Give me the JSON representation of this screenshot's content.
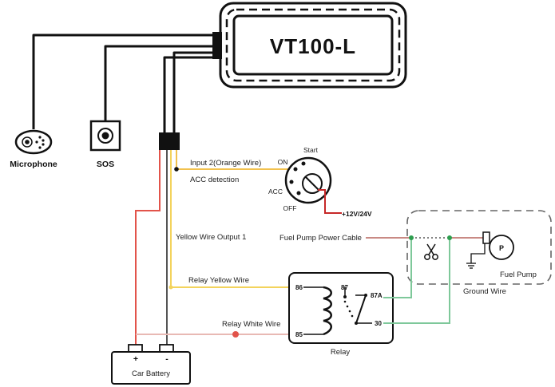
{
  "device": {
    "title": "VT100-L"
  },
  "peripherals": {
    "microphone": "Microphone",
    "sos": "SOS"
  },
  "ignition": {
    "start": "Start",
    "on": "ON",
    "acc": "ACC",
    "off": "OFF",
    "supply": "+12V/24V",
    "input_label": "Input 2(Orange Wire)",
    "detection_label": "ACC detection"
  },
  "wires": {
    "yellow_output": "Yellow Wire Output 1",
    "relay_yellow": "Relay Yellow Wire",
    "relay_white": "Relay White Wire",
    "fuel_pump_power": "Fuel Pump Power Cable",
    "ground": "Ground Wire"
  },
  "relay": {
    "label": "Relay",
    "pins": {
      "p86": "86",
      "p85": "85",
      "p87": "87",
      "p87a": "87A",
      "p30": "30"
    }
  },
  "fuel_pump": {
    "label": "Fuel Pump",
    "symbol": "P"
  },
  "battery": {
    "label": "Car Battery",
    "plus": "+",
    "minus": "-"
  },
  "colors": {
    "black_wire": "#111111",
    "red_wire": "#e2534a",
    "yellow_wire": "#f3d35c",
    "orange_wire": "#f2c14e",
    "white_wire": "#e8b9b4",
    "green_wire": "#7ec89a",
    "junction_green": "#2e9e4f",
    "dark_red": "#c62828"
  }
}
